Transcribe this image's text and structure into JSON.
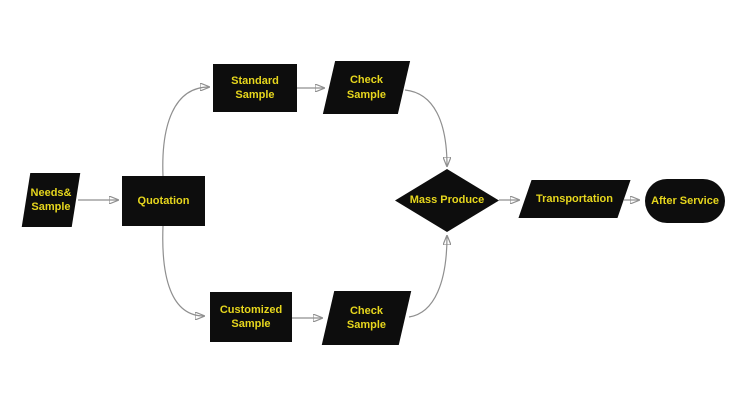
{
  "diagram": {
    "colors": {
      "node_fill": "#0d0d0d",
      "label_text": "#e6d61d",
      "connector_line": "#8f8f8f",
      "arrowhead": "#111111",
      "background": "#ffffff"
    },
    "nodes": {
      "needs_sample": {
        "label": "Needs&\nSample",
        "shape": "parallelogram"
      },
      "quotation": {
        "label": "Quotation",
        "shape": "rectangle"
      },
      "standard_sample": {
        "label": "Standard\nSample",
        "shape": "rectangle"
      },
      "check_sample_top": {
        "label": "Check\nSample",
        "shape": "parallelogram"
      },
      "customized_sample": {
        "label": "Customized\nSample",
        "shape": "rectangle"
      },
      "check_sample_bottom": {
        "label": "Check\nSample",
        "shape": "parallelogram"
      },
      "mass_produce": {
        "label": "Mass Produce",
        "shape": "diamond"
      },
      "transportation": {
        "label": "Transportation",
        "shape": "parallelogram"
      },
      "after_service": {
        "label": "After Service",
        "shape": "stadium"
      }
    },
    "edges": [
      {
        "from": "needs_sample",
        "to": "quotation"
      },
      {
        "from": "quotation",
        "to": "standard_sample"
      },
      {
        "from": "standard_sample",
        "to": "check_sample_top"
      },
      {
        "from": "check_sample_top",
        "to": "mass_produce"
      },
      {
        "from": "quotation",
        "to": "customized_sample"
      },
      {
        "from": "customized_sample",
        "to": "check_sample_bottom"
      },
      {
        "from": "check_sample_bottom",
        "to": "mass_produce"
      },
      {
        "from": "mass_produce",
        "to": "transportation"
      },
      {
        "from": "transportation",
        "to": "after_service"
      }
    ]
  }
}
